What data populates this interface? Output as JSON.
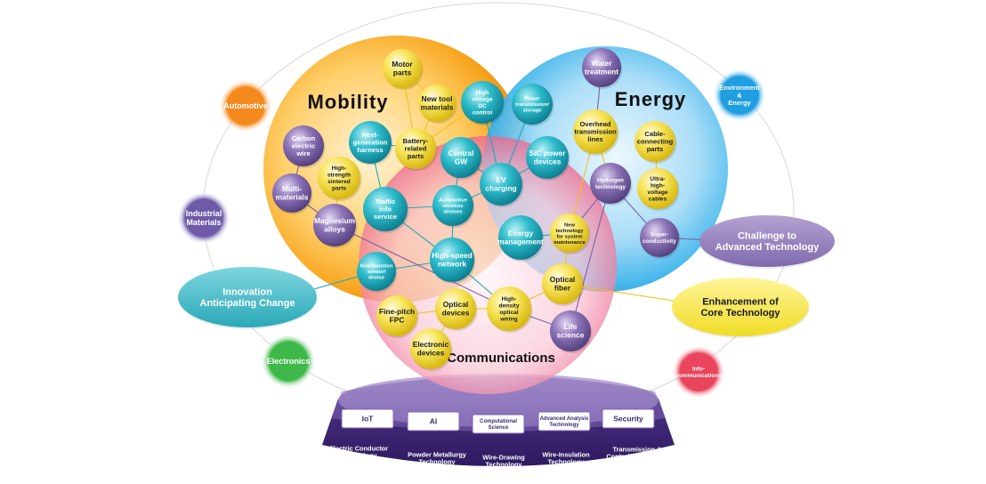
{
  "spheres": {
    "mobility": "Mobility",
    "energy": "Energy",
    "communications": "Communications"
  },
  "outer_items": [
    {
      "id": "automotive",
      "text": "Automotive",
      "color": "#f07d12"
    },
    {
      "id": "env",
      "text": "Environment\n&\nEnergy",
      "color": "#1a9be0"
    },
    {
      "id": "industrial",
      "text": "Industrial\nMaterials",
      "color": "#6a5aa8"
    },
    {
      "id": "electronics",
      "text": "Electronics",
      "color": "#3bb54a"
    },
    {
      "id": "info",
      "text": "Info-\ncommunications",
      "color": "#e8455a"
    }
  ],
  "ovals": [
    {
      "id": "innovation",
      "text": "Innovation\nAnticipating Change",
      "color": "#3db8c8",
      "textColor": "#ffffff"
    },
    {
      "id": "challenge",
      "text": "Challenge to\nAdvanced Technology",
      "color": "#8c76b2",
      "textColor": "#ffffff"
    },
    {
      "id": "enhancement",
      "text": "Enhancement of\nCore Technology",
      "color": "#f4e23a",
      "textColor": "#1a1a1a"
    }
  ],
  "nodes": [
    {
      "id": "motor",
      "text": "Motor\nparts",
      "kind": "yellow"
    },
    {
      "id": "newtool",
      "text": "New tool\nmaterials",
      "kind": "yellow"
    },
    {
      "id": "hvdc",
      "text": "High\nvoltage\nDC\ncontrol",
      "kind": "teal"
    },
    {
      "id": "power",
      "text": "Power\ntransmission/\nstorage",
      "kind": "teal"
    },
    {
      "id": "water",
      "text": "Water\ntreatment",
      "kind": "purple"
    },
    {
      "id": "carbon",
      "text": "Carbon\nelectric\nwire",
      "kind": "purple"
    },
    {
      "id": "nextgen",
      "text": "Next-\ngeneration\nharness",
      "kind": "teal"
    },
    {
      "id": "battery",
      "text": "Battery-\nrelated\nparts",
      "kind": "yellow"
    },
    {
      "id": "centralgw",
      "text": "Central\nGW",
      "kind": "teal"
    },
    {
      "id": "sic",
      "text": "SiC power\ndevices",
      "kind": "teal"
    },
    {
      "id": "overhead",
      "text": "Overhead\ntransmission\nlines",
      "kind": "yellow"
    },
    {
      "id": "cable",
      "text": "Cable-\nconnecting\nparts",
      "kind": "yellow"
    },
    {
      "id": "highstrength",
      "text": "High-\nstrength\nsintered\nparts",
      "kind": "yellow"
    },
    {
      "id": "multi",
      "text": "Multi-\nmaterials",
      "kind": "purple"
    },
    {
      "id": "evcharge",
      "text": "EV\ncharging",
      "kind": "teal"
    },
    {
      "id": "hydrogen",
      "text": "Hydrogen\ntechnology",
      "kind": "purple"
    },
    {
      "id": "ultrahigh",
      "text": "Ultra-\nhigh-\nvoltage\ncables",
      "kind": "yellow"
    },
    {
      "id": "traffic",
      "text": "Traffic\ninfo\nservice",
      "kind": "teal"
    },
    {
      "id": "autowireless",
      "text": "Automotive\nwireless\ndevices",
      "kind": "teal"
    },
    {
      "id": "magnesium",
      "text": "Magnesium\nalloys",
      "kind": "purple"
    },
    {
      "id": "energymgmt",
      "text": "Energy\nmanagement",
      "kind": "teal"
    },
    {
      "id": "newtech",
      "text": "New\ntechnology\nfor system\nmaintenance",
      "kind": "yellow"
    },
    {
      "id": "supercond",
      "text": "Super-\nconductivity",
      "kind": "purple"
    },
    {
      "id": "highspeed",
      "text": "High-speed\nnetwork",
      "kind": "teal"
    },
    {
      "id": "newfunc",
      "text": "New-function\nsensor/\ndevice",
      "kind": "teal"
    },
    {
      "id": "optfiber",
      "text": "Optical\nfiber",
      "kind": "yellow"
    },
    {
      "id": "finepitch",
      "text": "Fine-pitch\nFPC",
      "kind": "yellow"
    },
    {
      "id": "optdev",
      "text": "Optical\ndevices",
      "kind": "yellow"
    },
    {
      "id": "hdow",
      "text": "High-\ndensity\noptical\nwiring",
      "kind": "yellow"
    },
    {
      "id": "life",
      "text": "Life\nscience",
      "kind": "purple"
    },
    {
      "id": "elecdev",
      "text": "Electronic\ndevices",
      "kind": "yellow"
    }
  ],
  "platform": {
    "boxes": [
      "IoT",
      "AI",
      "Computational\nScience",
      "Advanced Analysis\nTechnology",
      "Security"
    ],
    "base": [
      "Electric Conductor\nTechnology",
      "Powder Metallurgy\nTechnology",
      "Wire-Drawing\nTechnology",
      "Wire-Insulation\nTechnology",
      "Transmission &\nControl Technology"
    ]
  },
  "colors": {
    "yellow": "#f2dc2e",
    "teal": "#1fa8b8",
    "purple": "#7a62a6",
    "platform": "#5b3f92",
    "platform_top": "#a891cc"
  }
}
